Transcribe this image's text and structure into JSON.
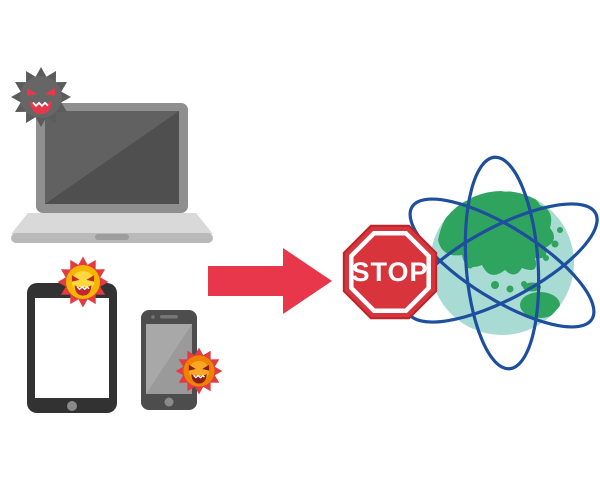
{
  "stop_sign": {
    "label": "STOP"
  },
  "colors": {
    "background": "#ffffff",
    "arrow_red": "#e8374a",
    "stop_sign_red": "#d7353b",
    "stop_sign_border": "#ffffff",
    "virus_dark_body": "#5c5c5c",
    "virus_red_body": "#e23b41",
    "virus_yellow_center": "#f7b500",
    "virus_orange_center": "#ef8200",
    "laptop_bezel_gray": "#8f8f8f",
    "laptop_screen_gray": "#4f4f4f",
    "laptop_base_gray": "#d9d9d9",
    "tablet_body_black": "#323232",
    "phone_body_gray": "#4d4d4d",
    "globe_ocean_teal": "#a9dbd5",
    "globe_land_green": "#2fa45e",
    "orbit_blue": "#1d4f9e"
  },
  "icons": [
    {
      "name": "malware-icon-dark",
      "meaning": "dark spiky virus with evil face"
    },
    {
      "name": "laptop-icon",
      "meaning": "gray laptop computer"
    },
    {
      "name": "malware-icon-red-yellow",
      "meaning": "red spiky virus with yellow center"
    },
    {
      "name": "tablet-icon",
      "meaning": "black tablet with white screen"
    },
    {
      "name": "smartphone-icon",
      "meaning": "gray smartphone"
    },
    {
      "name": "malware-icon-red-orange",
      "meaning": "red spiky virus with orange center"
    },
    {
      "name": "arrow-icon",
      "meaning": "red right arrow"
    },
    {
      "name": "stop-sign",
      "meaning": "red octagonal stop sign"
    },
    {
      "name": "globe-icon",
      "meaning": "earth globe, Asia-Pacific view"
    },
    {
      "name": "orbit-lines",
      "meaning": "blue network orbit ellipses around globe"
    }
  ]
}
